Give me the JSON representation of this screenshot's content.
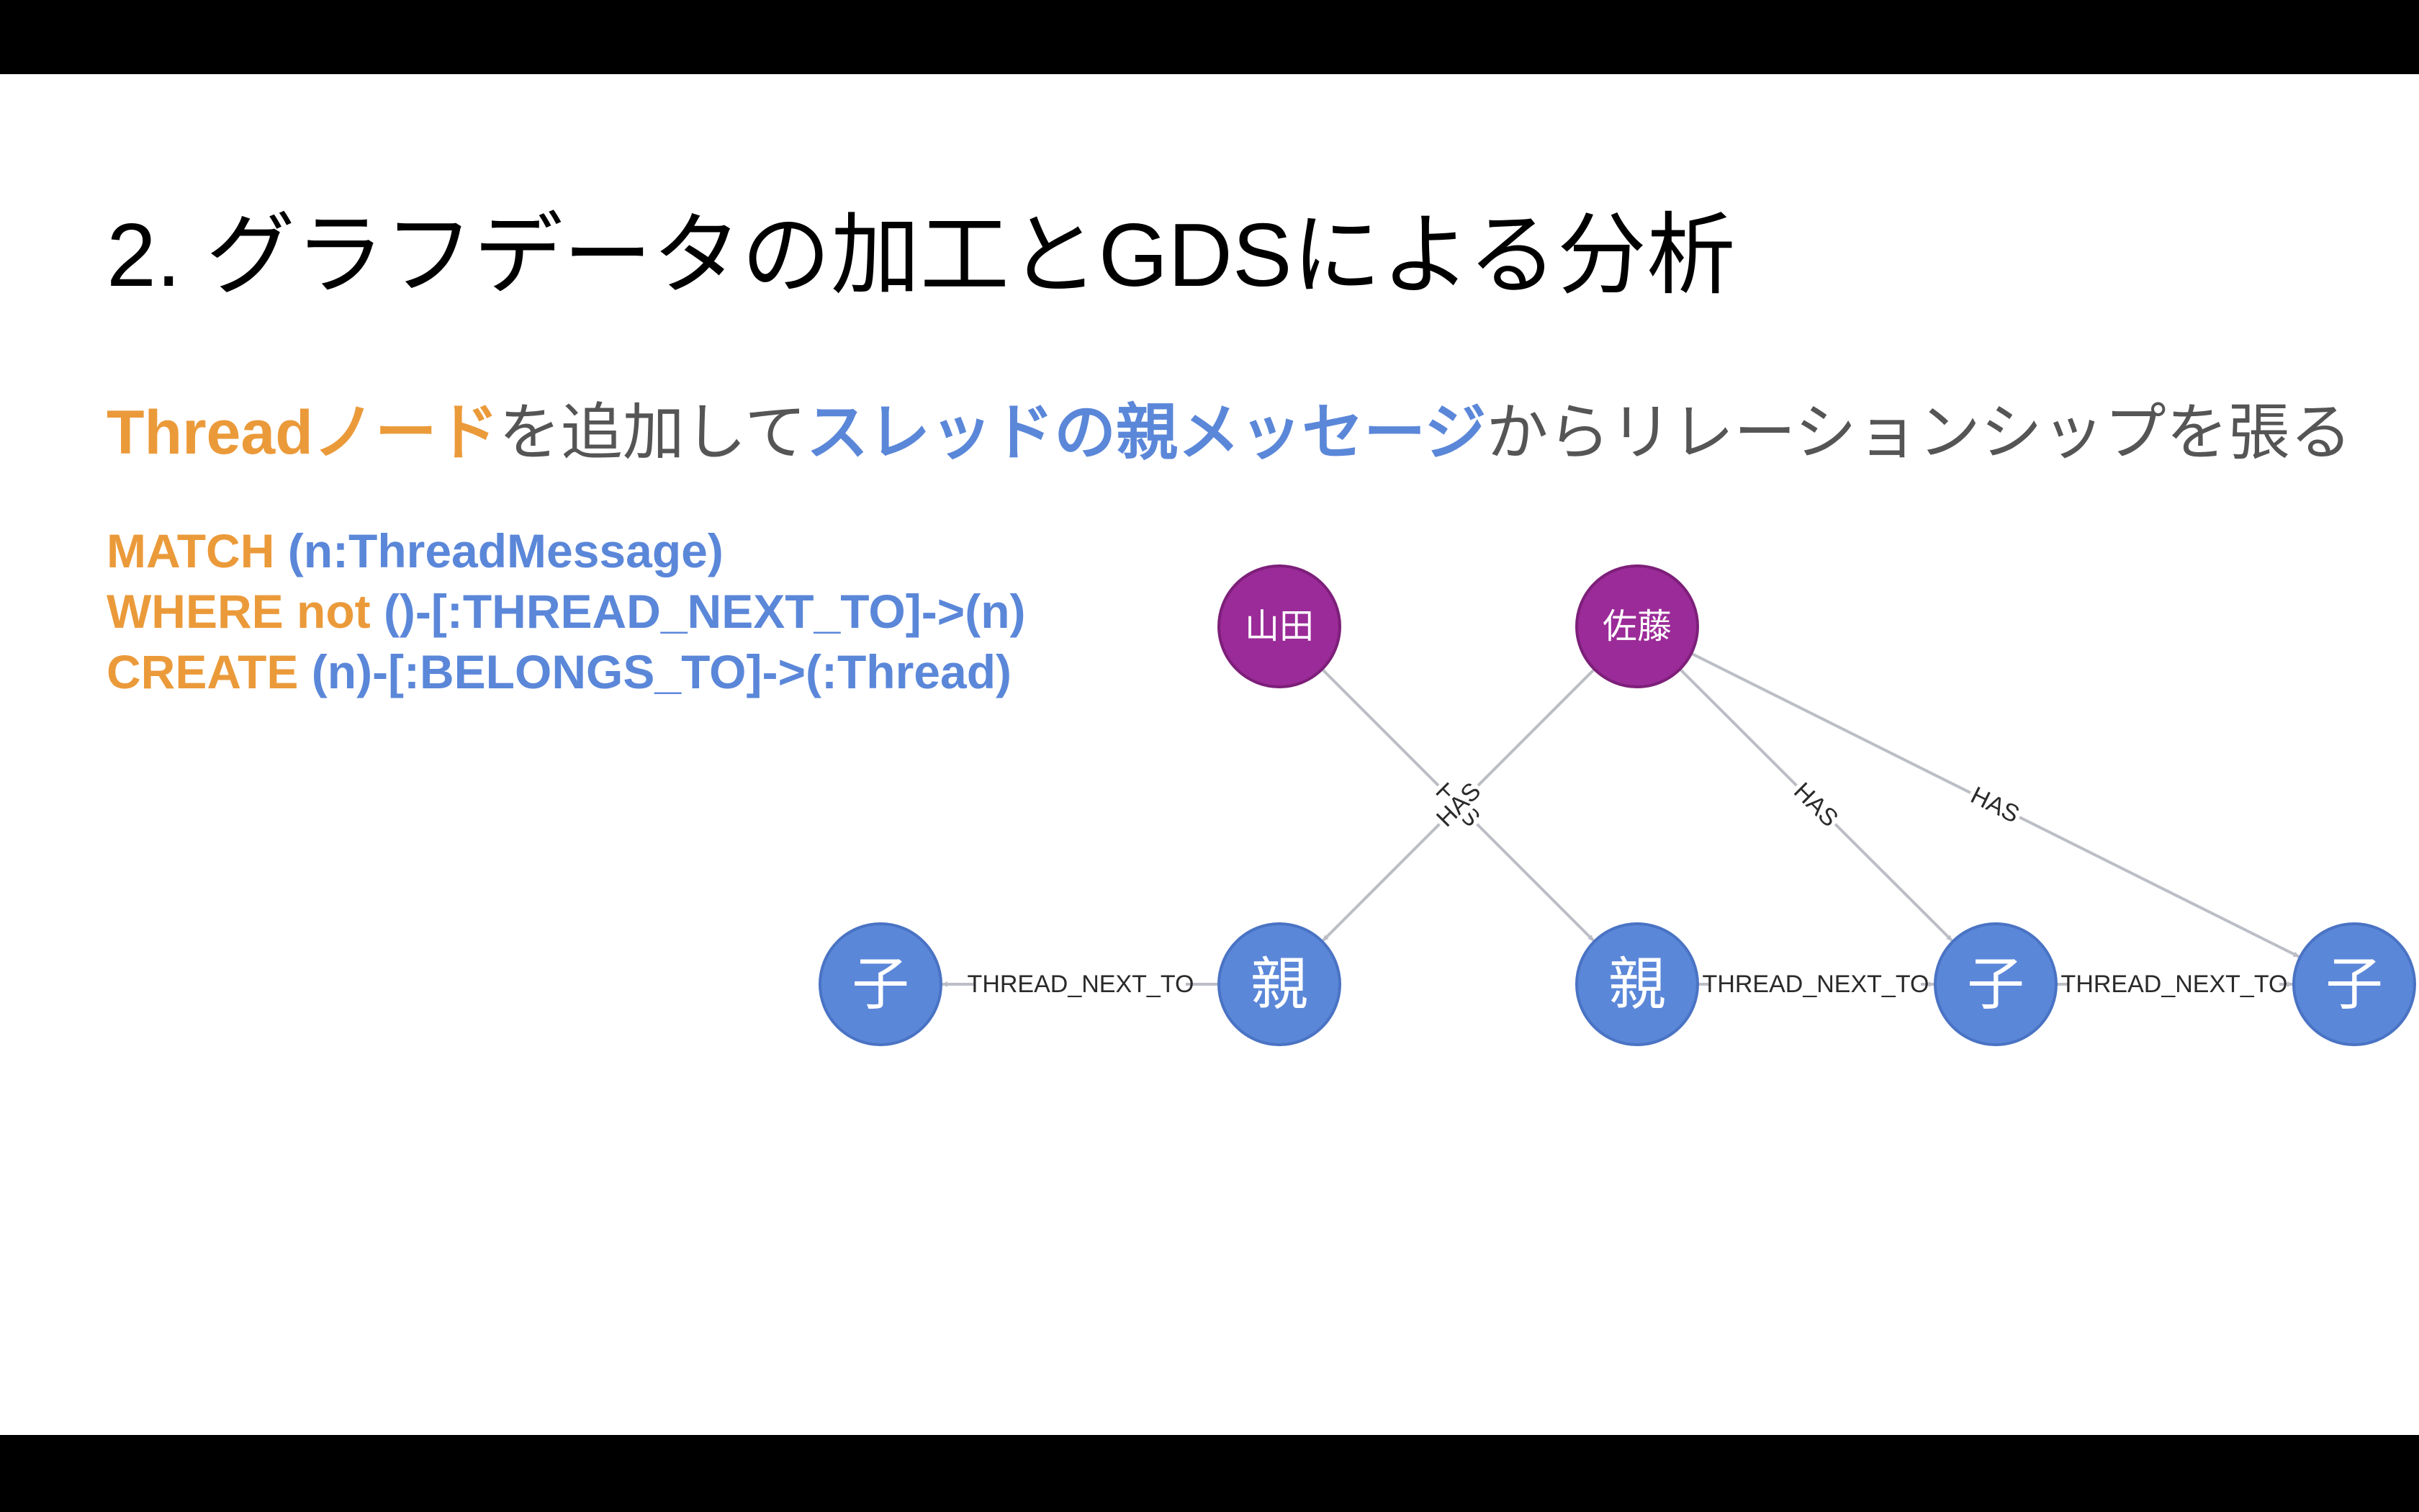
{
  "slide": {
    "title": "2. グラフデータの加工とGDSによる分析",
    "subtitle": {
      "thread_node": "Threadノード",
      "part1": "を追加して",
      "parent_message": "スレッドの親メッセージ",
      "part2": "からリレーションシップを張る"
    },
    "code": [
      {
        "keyword": "MATCH",
        "expr": " (n:ThreadMessage)"
      },
      {
        "keyword": "WHERE not",
        "expr": " ()-[:THREAD_NEXT_TO]->(n)"
      },
      {
        "keyword": "CREATE",
        "expr": " (n)-[:BELONGS_TO]->(:Thread)"
      }
    ]
  },
  "colors": {
    "keyword": "#eb9a3a",
    "expression": "#5b87d9",
    "user_node": "#9b2b98",
    "message_node": "#5b87d9",
    "edge": "#bcbec6"
  },
  "graph": {
    "nodes": [
      {
        "id": "yamada",
        "label": "山田",
        "kind": "user"
      },
      {
        "id": "sato",
        "label": "佐藤",
        "kind": "user"
      },
      {
        "id": "child1",
        "label": "子",
        "kind": "message"
      },
      {
        "id": "parent1",
        "label": "親",
        "kind": "message"
      },
      {
        "id": "parent2",
        "label": "親",
        "kind": "message"
      },
      {
        "id": "child2",
        "label": "子",
        "kind": "message"
      },
      {
        "id": "child3",
        "label": "子",
        "kind": "message"
      }
    ],
    "edges": [
      {
        "from": "yamada",
        "to": "parent2",
        "label": "HAS"
      },
      {
        "from": "sato",
        "to": "parent1",
        "label": "HAS"
      },
      {
        "from": "sato",
        "to": "child2",
        "label": "HAS"
      },
      {
        "from": "sato",
        "to": "child3",
        "label": "HAS"
      },
      {
        "from": "parent1",
        "to": "child1",
        "label": "THREAD_NEXT_TO"
      },
      {
        "from": "parent2",
        "to": "child2",
        "label": "THREAD_NEXT_TO"
      },
      {
        "from": "child2",
        "to": "child3",
        "label": "THREAD_NEXT_TO"
      }
    ]
  }
}
